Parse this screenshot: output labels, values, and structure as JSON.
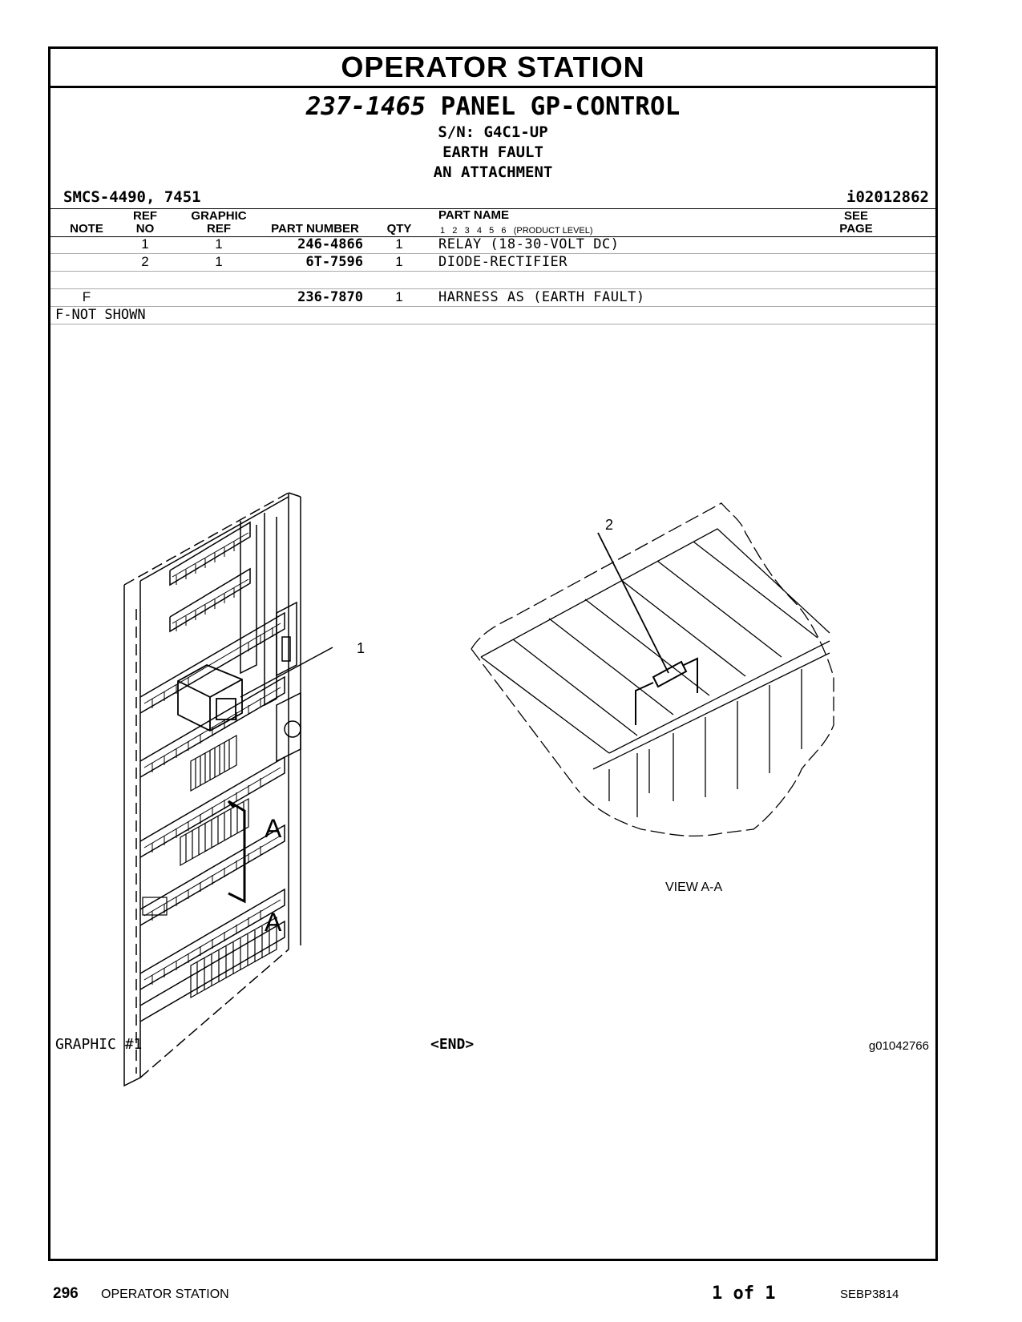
{
  "section_title": "OPERATOR STATION",
  "group": {
    "part_number": "237-1465",
    "name": "PANEL GP-CONTROL",
    "serial": "S/N: G4C1-UP",
    "line2": "EARTH FAULT",
    "line3": "AN ATTACHMENT"
  },
  "smcs": "SMCS-4490, 7451",
  "illustration_id": "i02012862",
  "table": {
    "headers": {
      "note": "NOTE",
      "ref_top": "REF",
      "ref_bottom": "NO",
      "graphic_top": "GRAPHIC",
      "graphic_bottom": "REF",
      "part_number": "PART NUMBER",
      "qty": "QTY",
      "part_name": "PART NAME",
      "product_levels": "1   2   3   4   5   6   (PRODUCT LEVEL)",
      "see_top": "SEE",
      "see_bottom": "PAGE"
    },
    "rows": [
      {
        "note": "",
        "ref": "1",
        "graphic_ref": "1",
        "part_number": "246-4866",
        "qty": "1",
        "name": "RELAY (18-30-VOLT DC)"
      },
      {
        "note": "",
        "ref": "2",
        "graphic_ref": "1",
        "part_number": "6T-7596",
        "qty": "1",
        "name": "DIODE-RECTIFIER"
      },
      {
        "note": "",
        "ref": "",
        "graphic_ref": "",
        "part_number": "",
        "qty": "",
        "name": ""
      },
      {
        "note": "F",
        "ref": "",
        "graphic_ref": "",
        "part_number": "236-7870",
        "qty": "1",
        "name": "HARNESS AS (EARTH FAULT)"
      }
    ],
    "footnote": "F-NOT SHOWN"
  },
  "graphic": {
    "callout_1": "1",
    "callout_2": "2",
    "section_mark_top": "A",
    "section_mark_bottom": "A",
    "view_label": "VIEW A-A",
    "graphic_label": "GRAPHIC #1",
    "end_marker": "<END>",
    "graphic_id": "g01042766"
  },
  "footer": {
    "page_number": "296",
    "page_title": "OPERATOR STATION",
    "page_of": "1 of 1",
    "doc_number": "SEBP3814"
  }
}
